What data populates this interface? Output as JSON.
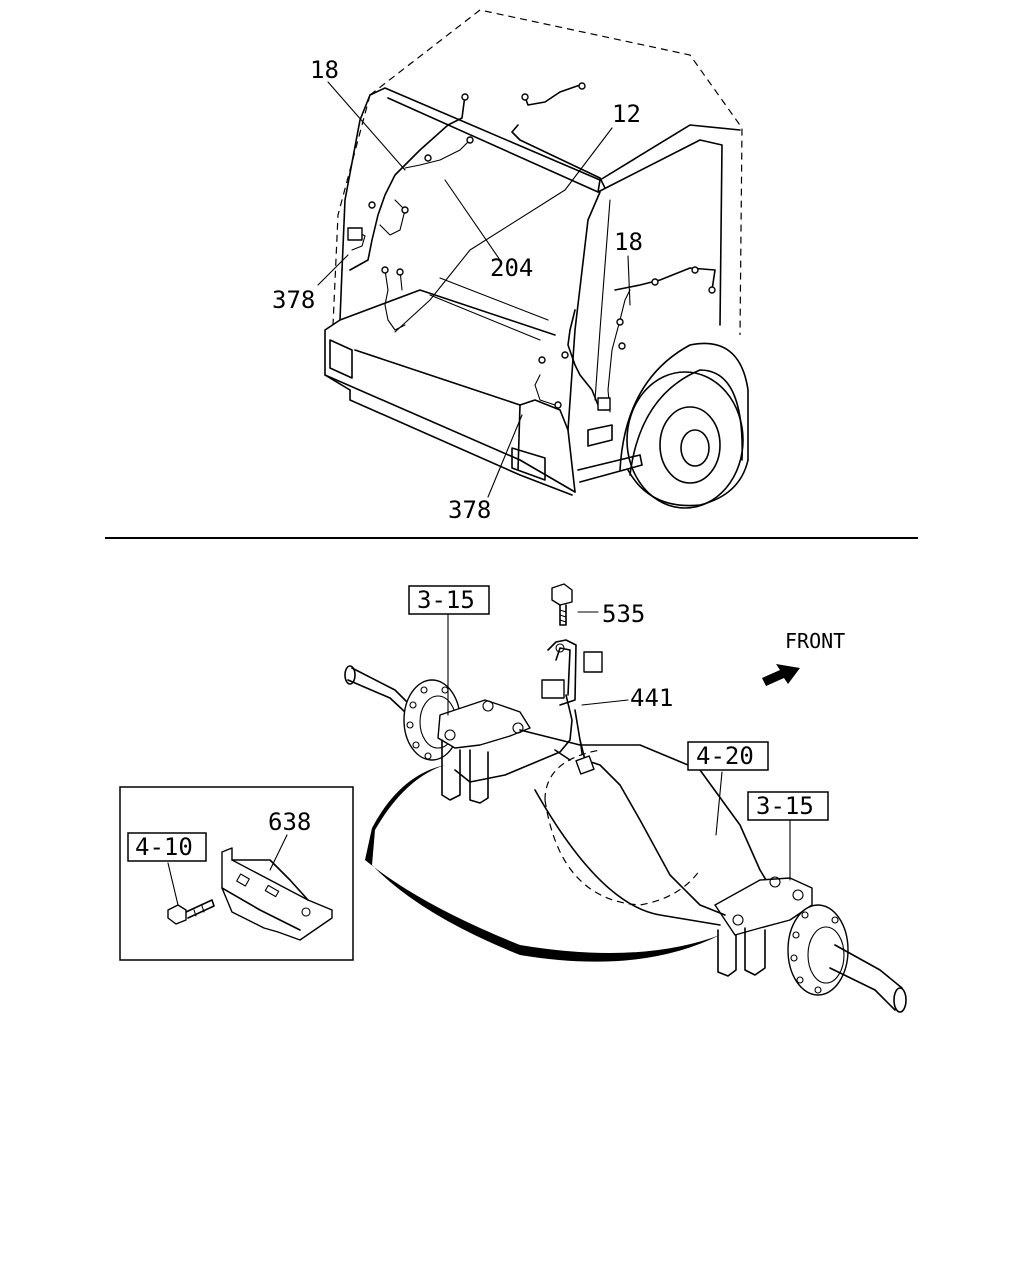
{
  "diagram": {
    "cab_labels": {
      "harness_18_left": "18",
      "harness_12": "12",
      "harness_204": "204",
      "clip_378_left": "378",
      "harness_18_right": "18",
      "clip_378_bottom": "378"
    },
    "axle_labels": {
      "ref_3_15_left": "3-15",
      "bolt_535": "535",
      "front_text": "FRONT",
      "sensor_441": "441",
      "ref_4_20": "4-20",
      "ref_3_15_right": "3-15"
    },
    "inset_labels": {
      "bracket_638": "638",
      "ref_4_10": "4-10"
    }
  }
}
